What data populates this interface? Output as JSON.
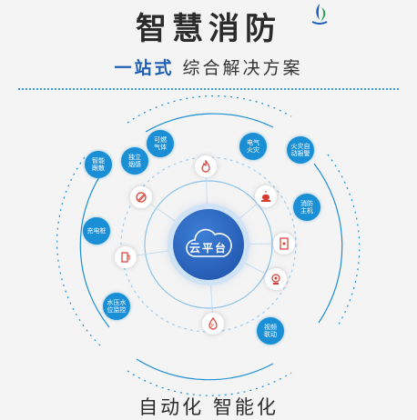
{
  "header": {
    "title": "智慧消防",
    "subtitle_highlight": "一站式",
    "subtitle_rest": "综合解决方案"
  },
  "center": {
    "label": "云平台"
  },
  "outer_nodes": [
    {
      "id": "smart-lock",
      "label": "智能\n跟散"
    },
    {
      "id": "standalone-smoke",
      "label": "独立\n烟感"
    },
    {
      "id": "gas",
      "label": "可燃\n气体"
    },
    {
      "id": "electric-fire",
      "label": "电气\n火灾"
    },
    {
      "id": "fire-alarm",
      "label": "火灾自\n动报警"
    },
    {
      "id": "fire-host",
      "label": "消防\n主机"
    },
    {
      "id": "charging-pile",
      "label": "充电桩"
    },
    {
      "id": "water-pressure",
      "label": "水压水\n位监控"
    },
    {
      "id": "video-link",
      "label": "视频\n联动"
    }
  ],
  "inner_icons": [
    "flame-icon",
    "alarm-light-icon",
    "panel-icon",
    "camera-icon",
    "water-drop-icon",
    "charger-icon",
    "hatch-icon"
  ],
  "footer": {
    "text": "自动化 智能化"
  },
  "colors": {
    "accent": "#1b8fd6",
    "center": "#1d4fa8",
    "icon_red": "#d9392f"
  }
}
